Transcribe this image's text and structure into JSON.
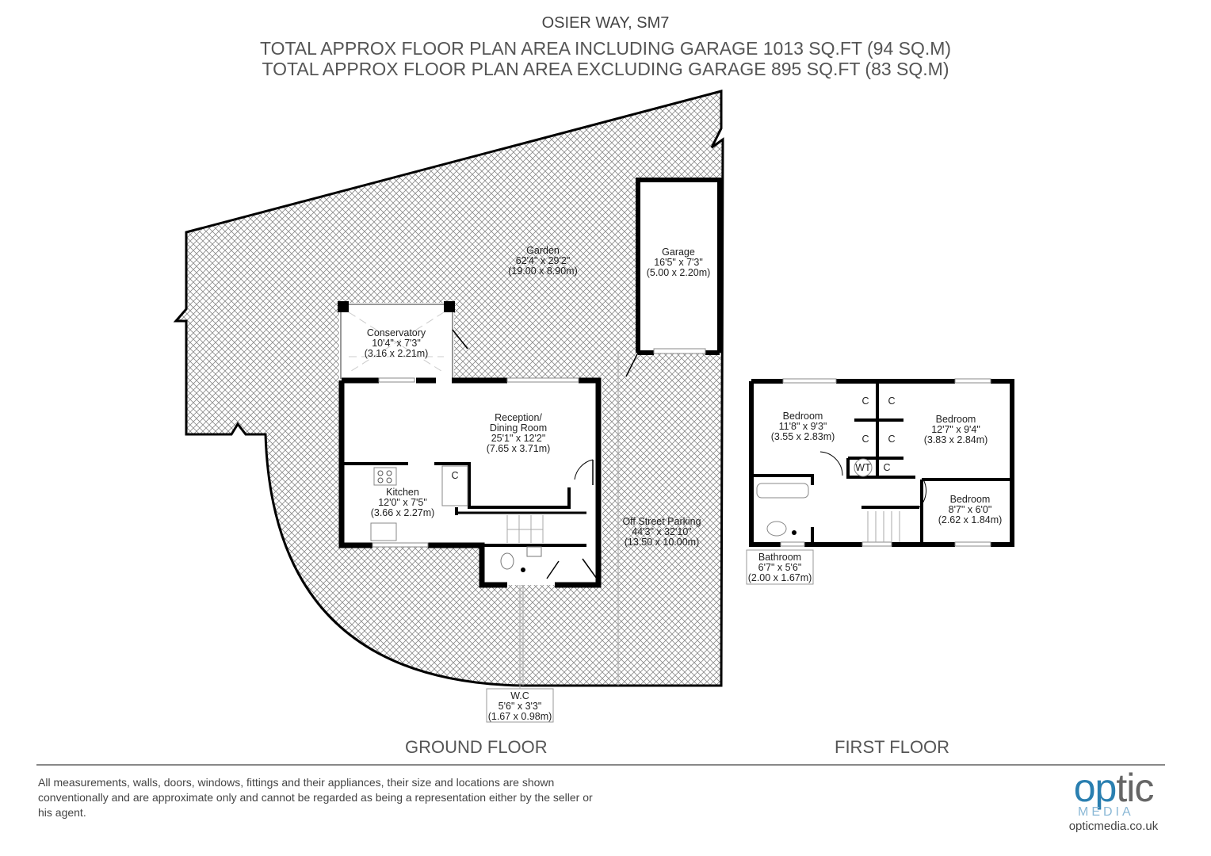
{
  "header": {
    "title": "OSIER WAY, SM7",
    "area_including_garage": "TOTAL APPROX FLOOR PLAN AREA INCLUDING GARAGE 1013 SQ.FT (94 SQ.M)",
    "area_excluding_garage": "TOTAL APPROX FLOOR PLAN AREA EXCLUDING GARAGE 895 SQ.FT (83 SQ.M)"
  },
  "ground_floor": {
    "label": "GROUND FLOOR",
    "rooms": [
      {
        "name": "Garden",
        "imperial": "62'4\" x 29'2\"",
        "metric": "(19.00 x 8.90m)"
      },
      {
        "name": "Garage",
        "imperial": "16'5\" x 7'3\"",
        "metric": "(5.00 x 2.20m)"
      },
      {
        "name": "Conservatory",
        "imperial": "10'4\" x 7'3\"",
        "metric": "(3.16 x 2.21m)"
      },
      {
        "name": "Reception/",
        "name2": "Dining Room",
        "imperial": "25'1\" x 12'2\"",
        "metric": "(7.65 x 3.71m)"
      },
      {
        "name": "Kitchen",
        "imperial": "12'0\" x 7'5\"",
        "metric": "(3.66 x 2.27m)"
      },
      {
        "name": "Off Street Parking",
        "imperial": "44'3\" x 32'10\"",
        "metric": "(13.50 x 10.00m)"
      },
      {
        "name": "W.C",
        "imperial": "5'6\" x 3'3\"",
        "metric": "(1.67 x 0.98m)"
      }
    ],
    "cupboard": "C"
  },
  "first_floor": {
    "label": "FIRST FLOOR",
    "rooms": [
      {
        "name": "Bedroom",
        "imperial": "11'8\" x 9'3\"",
        "metric": "(3.55 x 2.83m)"
      },
      {
        "name": "Bedroom",
        "imperial": "12'7\" x 9'4\"",
        "metric": "(3.83 x 2.84m)"
      },
      {
        "name": "Bedroom",
        "imperial": "8'7\" x 6'0\"",
        "metric": "(2.62 x 1.84m)"
      },
      {
        "name": "Bathroom",
        "imperial": "6'7\" x 5'6\"",
        "metric": "(2.00 x 1.67m)"
      }
    ],
    "cupboard": "C",
    "water_tank": "WT"
  },
  "footer": {
    "disclaimer": "All measurements, walls, doors, windows, fittings and their appliances, their size and locations are shown conventionally and are approximate only and cannot be regarded as being a representation either by the seller or his agent.",
    "logo_text": "opticMEDIA",
    "logo_op": "op",
    "logo_tic": "tic",
    "logo_media": "MEDIA",
    "website": "opticmedia.co.uk"
  },
  "colors": {
    "wall": "#000000",
    "hatch": "#777777",
    "logo_blue": "#2a7fb0",
    "text": "#555555"
  }
}
